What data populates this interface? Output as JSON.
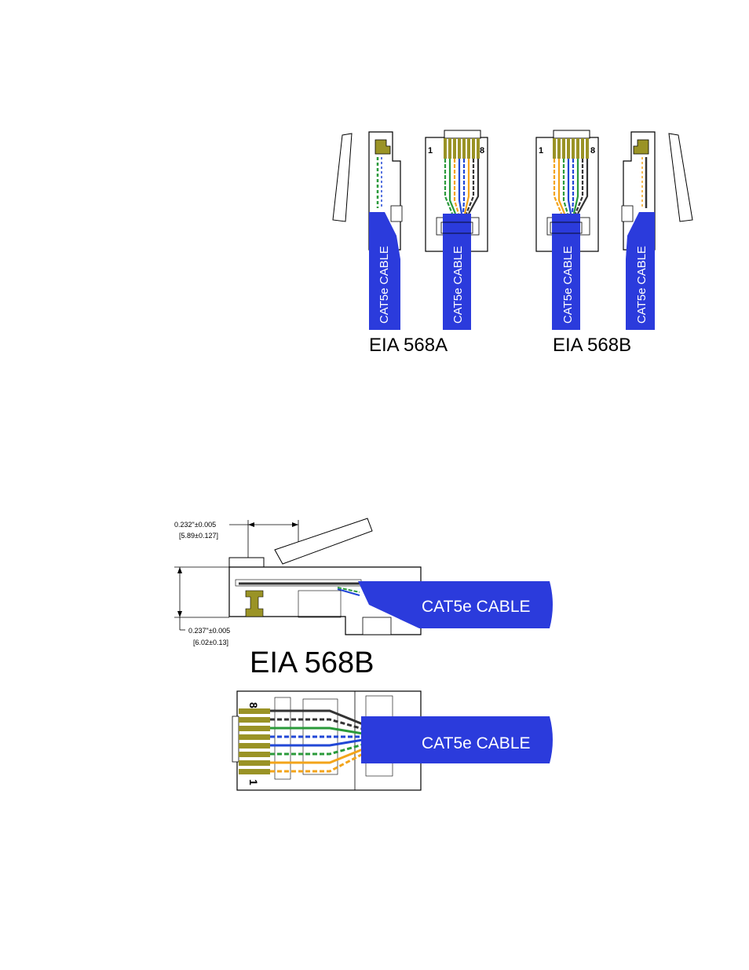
{
  "top_figure": {
    "cable_label": "CAT5e CABLE",
    "left_standard": "EIA 568A",
    "right_standard": "EIA 568B",
    "pin_first": "1",
    "pin_last": "8"
  },
  "bottom_figure": {
    "standard": "EIA 568B",
    "cable_label": "CAT5e CABLE",
    "dim_width_in": "0.232\"±0.005",
    "dim_width_mm": "[5.89±0.127]",
    "dim_height_in": "0.237\"±0.005",
    "dim_height_mm": "[6.02±0.13]",
    "pin_first": "1",
    "pin_last": "8"
  },
  "colors": {
    "cable_blue": "#2b3bdc",
    "contact_olive": "#8f8a25",
    "wire_orange": "#f3a41a",
    "wire_green": "#1f8a2a",
    "wire_blue": "#2140d0",
    "wire_brown": "#333333"
  }
}
